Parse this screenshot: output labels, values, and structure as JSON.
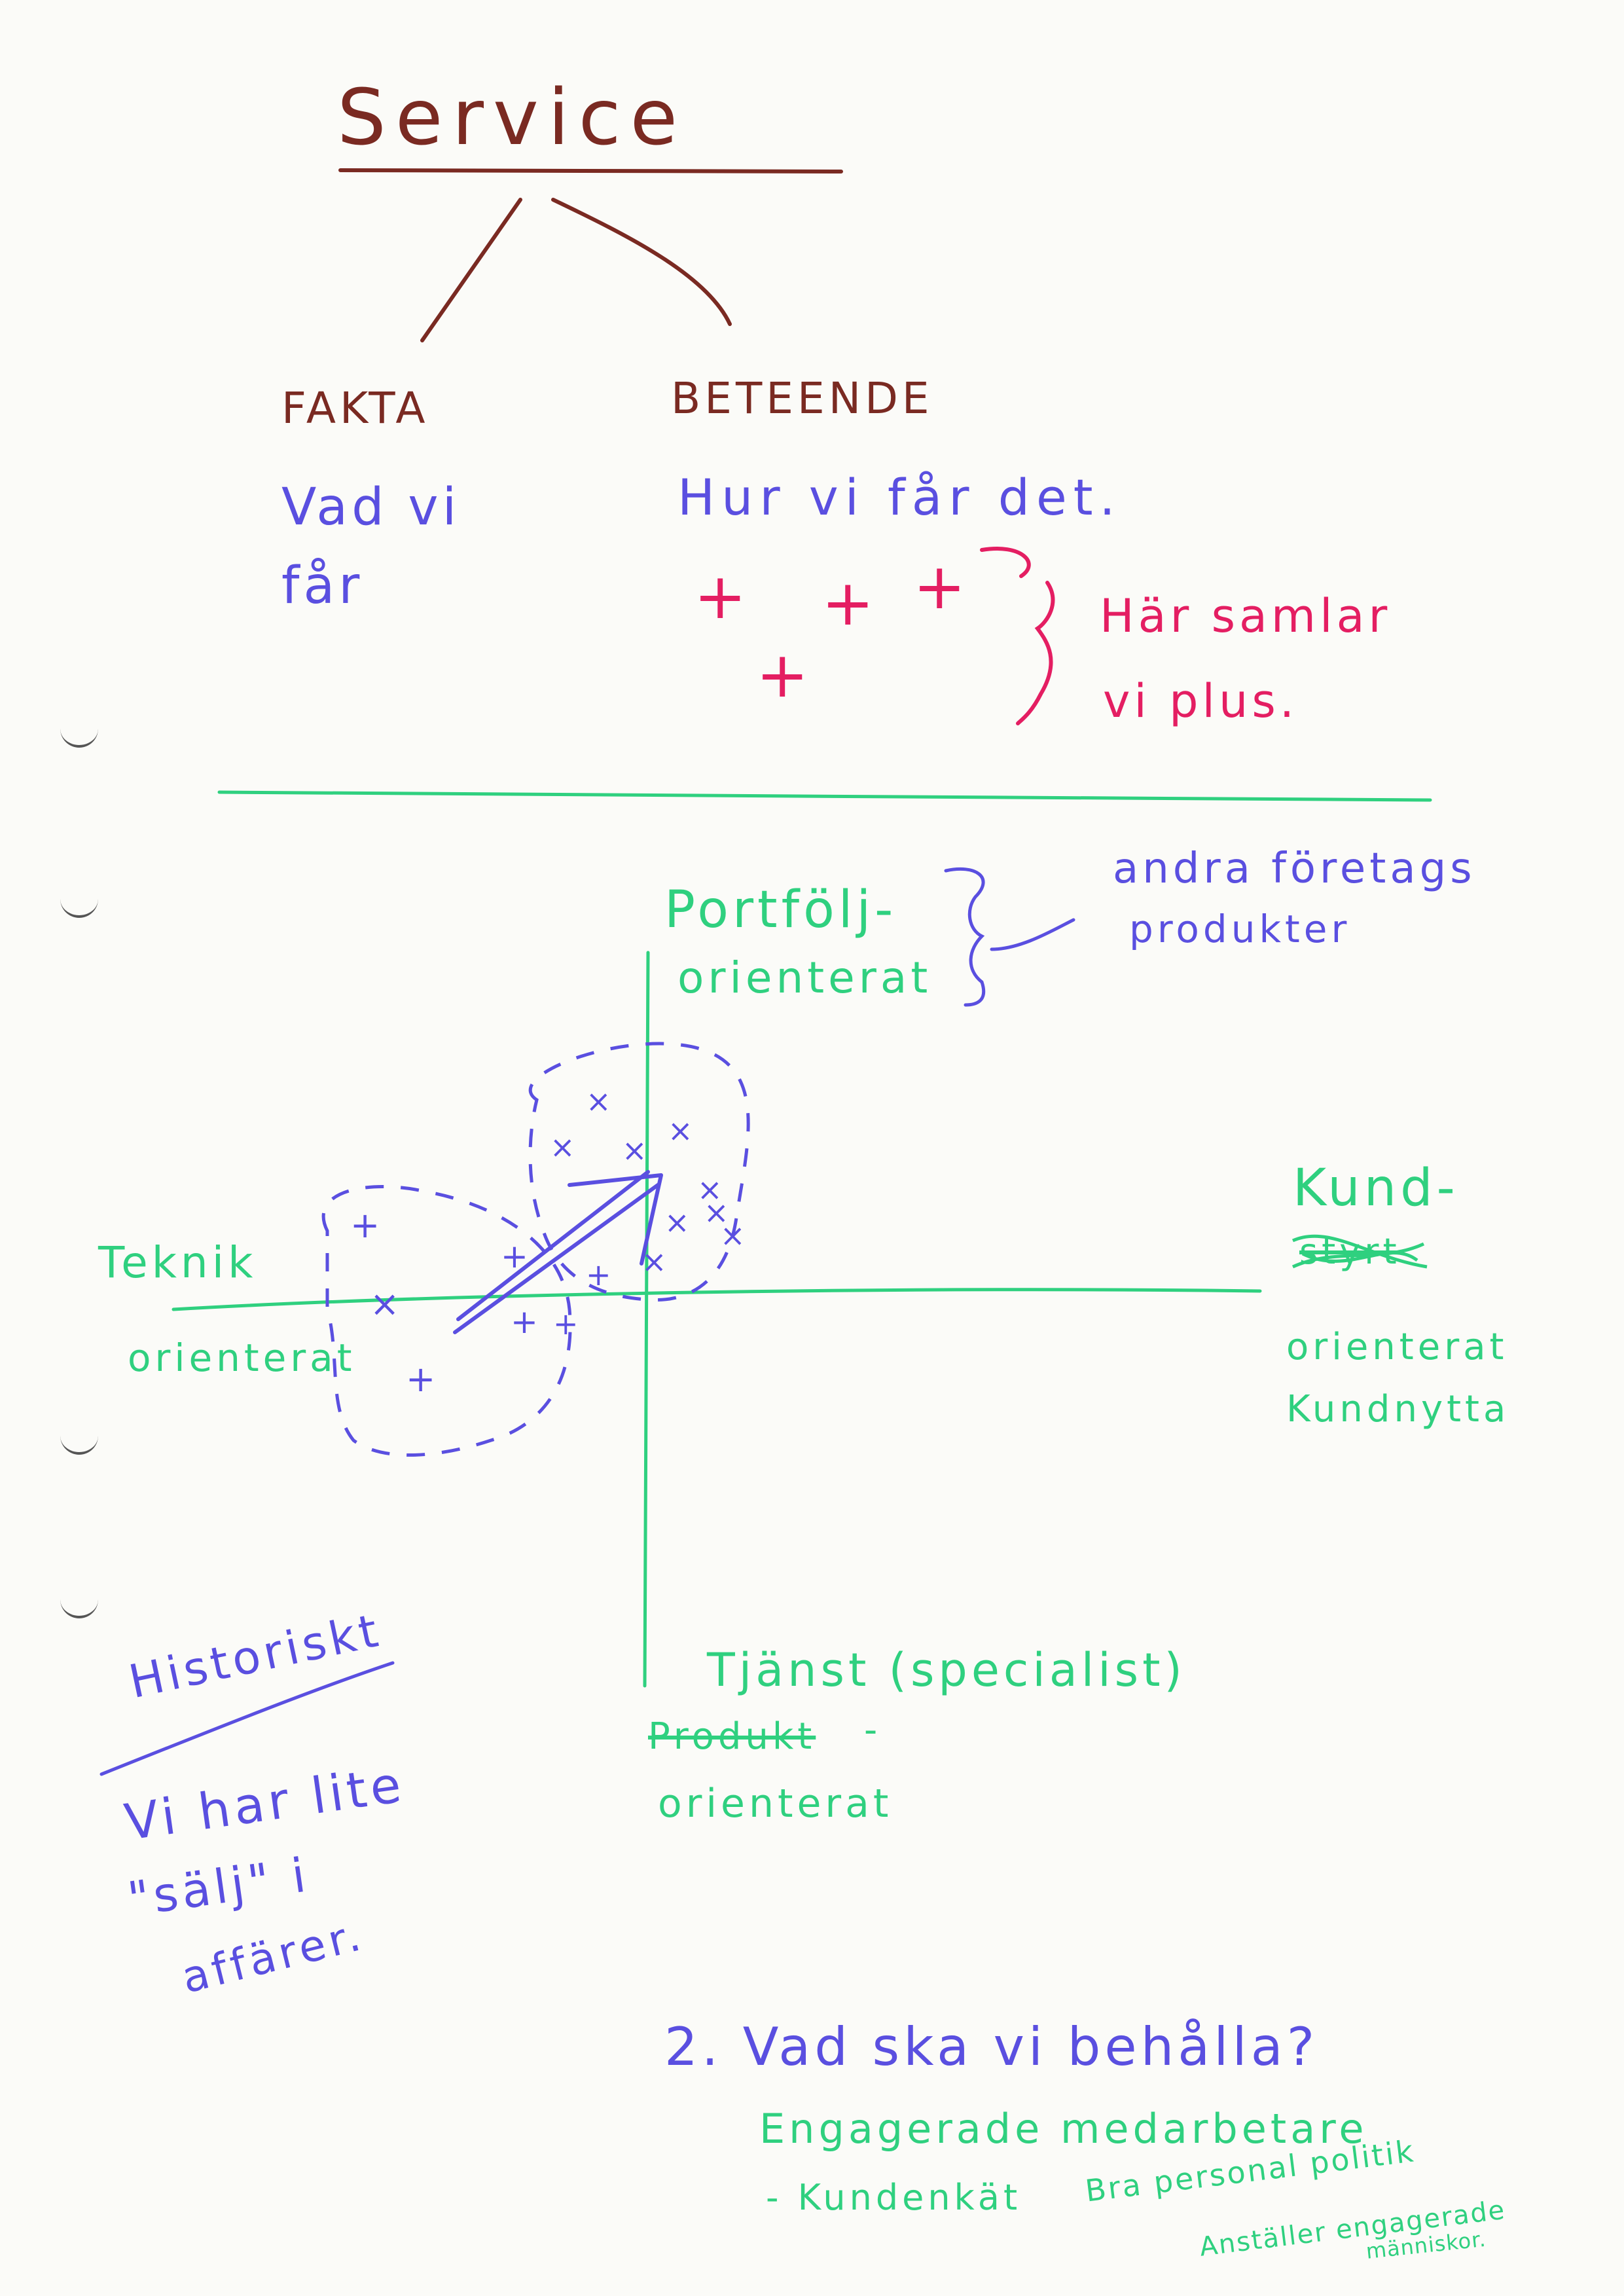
{
  "colors": {
    "brown": "#7a2a22",
    "purple": "#5a4fe0",
    "pink": "#e41e62",
    "green": "#2fd07f",
    "paper": "#fbfbf8"
  },
  "top": {
    "title": "Service",
    "left_branch": {
      "heading": "FAKTA",
      "line1": "Vad vi",
      "line2": "får"
    },
    "right_branch": {
      "heading": "BETEENDE",
      "sub": "Hur vi får det."
    },
    "plus_symbols": [
      "+",
      "+",
      "+",
      "+"
    ],
    "plus_note": {
      "line1": "Här samlar",
      "line2": "vi plus."
    }
  },
  "matrix": {
    "top_label": {
      "line1": "Portfölj-",
      "line2": "orienterat"
    },
    "top_note": {
      "line1": "andra företags",
      "line2": "produkter"
    },
    "left_label": {
      "line1": "Teknik",
      "line2": "orienterat"
    },
    "right_label": {
      "line1": "Kund-",
      "crossed": "styrt",
      "line2": "orienterat",
      "line3": "Kundnytta"
    },
    "bottom_label": {
      "line1": "Tjänst (specialist)",
      "crossed": "Produkt",
      "line2": "orienterat"
    },
    "cluster_marks": [
      "+",
      "+",
      "+",
      "+",
      "+",
      "+",
      "×",
      "×",
      "×",
      "×",
      "×",
      "×",
      "×",
      "×",
      "×",
      "×"
    ]
  },
  "history": {
    "title": "Historiskt",
    "line1": "Vi har lite",
    "line2": "\"sälj\" i",
    "line3": "affärer."
  },
  "question": {
    "title": "2. Vad ska vi behålla?",
    "line1": "Engagerade medarbetare",
    "line2": "- Kundenkät",
    "line3": "Bra personal politik",
    "line4": "Anställer engagerade",
    "line5": "människor."
  }
}
